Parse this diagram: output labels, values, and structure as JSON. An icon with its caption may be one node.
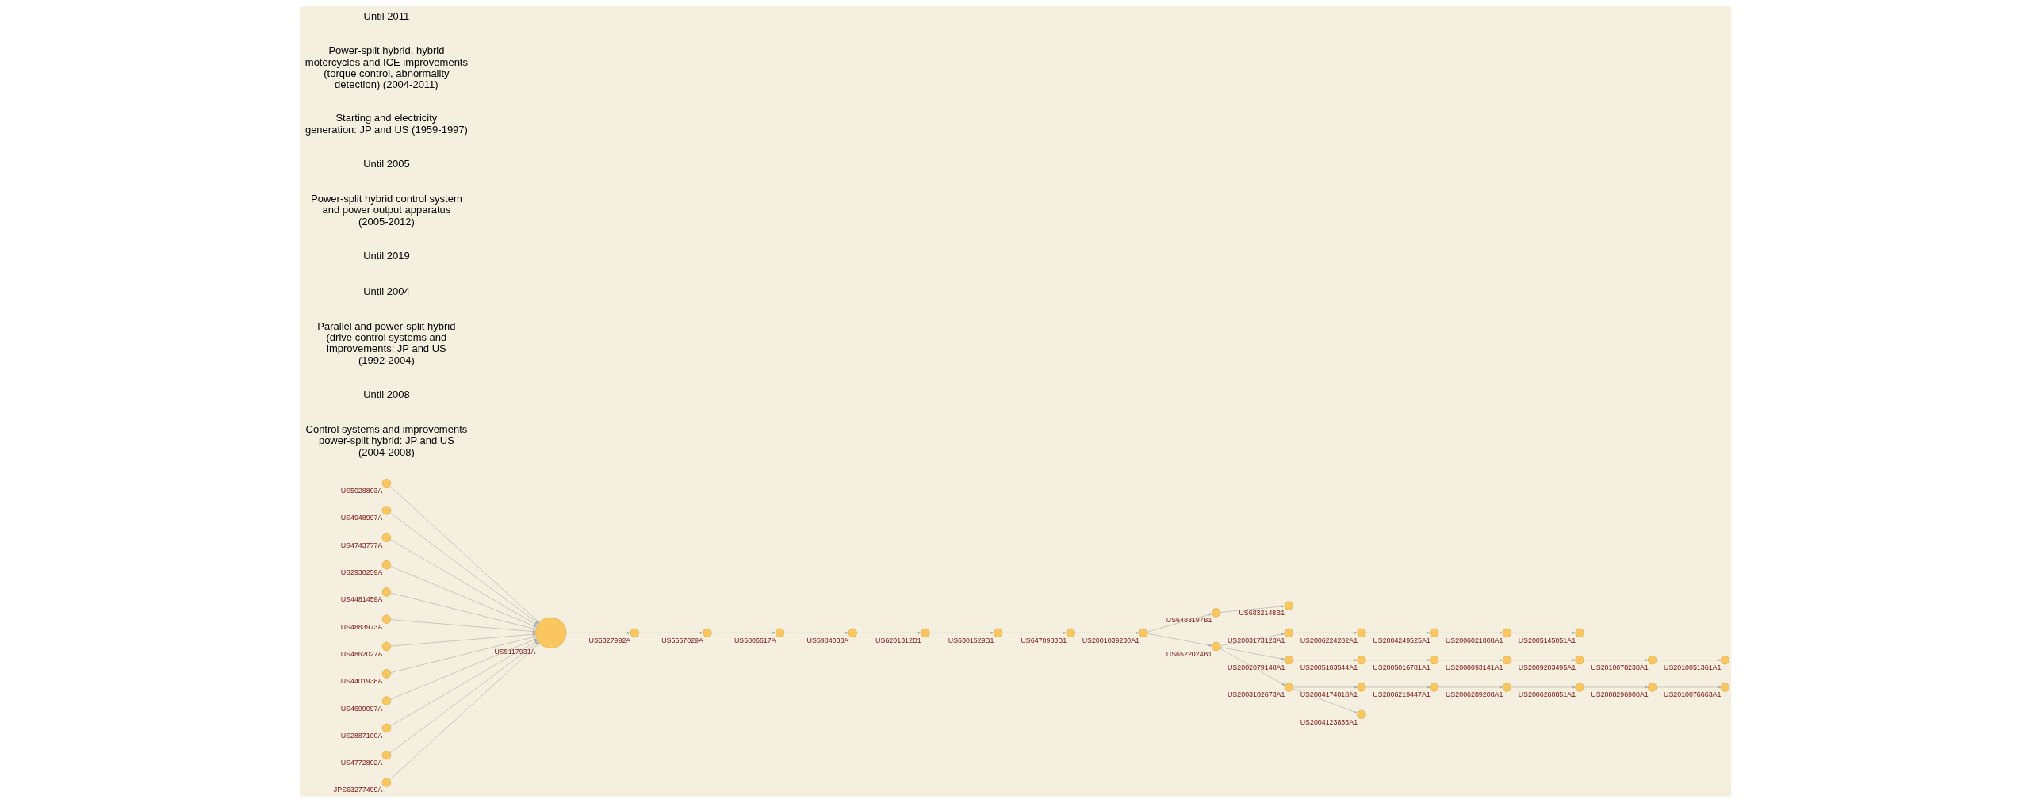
{
  "diagram": {
    "nodes": [
      {
        "text": [],
        "shape": "circle",
        "beside": [
          "US5028803A"
        ]
      },
      {
        "text": [],
        "shape": "circle",
        "beside": [
          "US4948997A"
        ]
      },
      {
        "text": [],
        "shape": "circle",
        "beside": [
          "US4743777A"
        ]
      },
      {
        "text": [],
        "shape": "circle",
        "beside": [
          "US2930259A"
        ]
      },
      {
        "text": [],
        "shape": "circle",
        "beside": [
          "US4481459A"
        ]
      },
      {
        "text": [],
        "shape": "circle",
        "beside": [
          "US4883973A"
        ]
      },
      {
        "text": [],
        "shape": "circle",
        "beside": [
          "US5117931A"
        ]
      },
      {
        "text": [],
        "shape": "circle",
        "beside": [
          "US5327992A"
        ]
      },
      {
        "text": [],
        "shape": "circle",
        "beside": [
          "US4862027A"
        ]
      },
      {
        "text": [],
        "shape": "circle",
        "beside": [
          "US4401938A"
        ]
      },
      {
        "text": [],
        "shape": "circle",
        "beside": [
          "US4699097A"
        ]
      },
      {
        "text": [],
        "shape": "circle",
        "beside": [
          "US2887100A"
        ]
      },
      {
        "text": [],
        "shape": "circle",
        "beside": [
          "US4772802A"
        ]
      },
      {
        "text": [],
        "shape": "circle",
        "beside": [
          "JPS63277499A"
        ]
      },
      {
        "text": [],
        "shape": "circle",
        "beside": [
          "US5806617A"
        ]
      },
      {
        "text": [],
        "shape": "circle",
        "beside": [
          "US5667029A"
        ]
      },
      {
        "text": [],
        "shape": "circle",
        "beside": [
          "US6201312B1"
        ]
      },
      {
        "text": [],
        "shape": "circle",
        "beside": [
          "US5984033A"
        ]
      },
      {
        "text": [],
        "shape": "circle",
        "beside": [
          "US6301529B1"
        ]
      },
      {
        "text": [],
        "shape": "circle",
        "beside": [
          "US6470983B1"
        ]
      },
      {
        "text": [],
        "shape": "circle",
        "beside": [
          "US6832148B1"
        ]
      },
      {
        "text": [],
        "shape": "circle",
        "beside": [
          "US6483197B1"
        ]
      },
      {
        "text": [],
        "shape": "circle",
        "beside": [
          "US2001039230A1"
        ]
      },
      {
        "text": [],
        "shape": "circle",
        "beside": [
          "US6522024B1"
        ]
      },
      {
        "text": [],
        "shape": "circle",
        "beside": [
          "US2003173123A1"
        ]
      },
      {
        "text": [],
        "shape": "circle",
        "beside": [
          "US2006224282A1"
        ]
      },
      {
        "text": [],
        "shape": "circle",
        "beside": [
          "US2004249525A1"
        ]
      },
      {
        "text": [],
        "shape": "circle",
        "beside": [
          "US2006021808A1"
        ]
      },
      {
        "text": [],
        "shape": "circle",
        "beside": [
          "US2005145051A1"
        ]
      },
      {
        "text": [],
        "shape": "circle",
        "beside": [
          "US2002079148A1"
        ]
      },
      {
        "text": [],
        "shape": "circle",
        "beside": [
          "US2005103544A1"
        ]
      },
      {
        "text": [],
        "shape": "circle",
        "beside": [
          "US2005016781A1"
        ]
      },
      {
        "text": [],
        "shape": "circle",
        "beside": [
          "US2008093141A1"
        ]
      },
      {
        "text": [],
        "shape": "circle",
        "beside": [
          "US2009203495A1"
        ]
      },
      {
        "text": [],
        "shape": "circle",
        "beside": [
          "US2010078238A1"
        ]
      },
      {
        "text": [],
        "shape": "circle",
        "beside": [
          "US2010051361A1"
        ]
      },
      {
        "text": [],
        "shape": "circle",
        "beside": [
          "US2003102673A1"
        ]
      },
      {
        "text": [],
        "shape": "circle",
        "beside": [
          "US2004174018A1"
        ]
      },
      {
        "text": [],
        "shape": "circle",
        "beside": [
          "US2006219447A1"
        ]
      },
      {
        "text": [],
        "shape": "circle",
        "beside": [
          "US2004123836A1"
        ]
      },
      {
        "text": [],
        "shape": "circle",
        "beside": [
          "US2006289208A1"
        ]
      },
      {
        "text": [],
        "shape": "circle",
        "beside": [
          "US2006260851A1"
        ]
      },
      {
        "text": [],
        "shape": "circle",
        "beside": [
          "US2008296908A1"
        ]
      },
      {
        "text": [],
        "shape": "circle",
        "beside": [
          "US2010076663A1"
        ]
      }
    ],
    "edges": [
      {
        "from": 0,
        "to": 6,
        "arrow": "to"
      },
      {
        "from": 1,
        "to": 6,
        "arrow": "to"
      },
      {
        "from": 2,
        "to": 6,
        "arrow": "to"
      },
      {
        "from": 3,
        "to": 6,
        "arrow": "to"
      },
      {
        "from": 4,
        "to": 6,
        "arrow": "to"
      },
      {
        "from": 5,
        "to": 6,
        "arrow": "to"
      },
      {
        "from": 8,
        "to": 6,
        "arrow": "to"
      },
      {
        "from": 9,
        "to": 6,
        "arrow": "to"
      },
      {
        "from": 10,
        "to": 6,
        "arrow": "to"
      },
      {
        "from": 11,
        "to": 6,
        "arrow": "to"
      },
      {
        "from": 12,
        "to": 6,
        "arrow": "to"
      },
      {
        "from": 13,
        "to": 6,
        "arrow": "to"
      },
      {
        "from": 6,
        "to": 7,
        "arrow": "to"
      },
      {
        "from": 7,
        "to": 15,
        "arrow": "to"
      },
      {
        "from": 15,
        "to": 14,
        "arrow": "to"
      },
      {
        "from": 14,
        "to": 17,
        "arrow": "to"
      },
      {
        "from": 17,
        "to": 16,
        "arrow": "to"
      },
      {
        "from": 16,
        "to": 18,
        "arrow": "to"
      },
      {
        "from": 18,
        "to": 19,
        "arrow": "to"
      },
      {
        "from": 19,
        "to": 22,
        "arrow": "to"
      },
      {
        "from": 22,
        "to": 21,
        "arrow": "to"
      },
      {
        "from": 21,
        "to": 20,
        "arrow": "to"
      },
      {
        "from": 22,
        "to": 23,
        "arrow": "to"
      },
      {
        "from": 23,
        "to": 24,
        "arrow": "to"
      },
      {
        "from": 24,
        "to": 25,
        "arrow": "to"
      },
      {
        "from": 25,
        "to": 26,
        "arrow": "to"
      },
      {
        "from": 26,
        "to": 27,
        "arrow": "to"
      },
      {
        "from": 27,
        "to": 28,
        "arrow": "to"
      },
      {
        "from": 23,
        "to": 29,
        "arrow": "to"
      },
      {
        "from": 29,
        "to": 30,
        "arrow": "to"
      },
      {
        "from": 30,
        "to": 31,
        "arrow": "to"
      },
      {
        "from": 31,
        "to": 32,
        "arrow": "to"
      },
      {
        "from": 32,
        "to": 33,
        "arrow": "to"
      },
      {
        "from": 33,
        "to": 34,
        "arrow": "to"
      },
      {
        "from": 34,
        "to": 35,
        "arrow": "to"
      },
      {
        "from": 23,
        "to": 36,
        "arrow": "to"
      },
      {
        "from": 36,
        "to": 37,
        "arrow": "to"
      },
      {
        "from": 37,
        "to": 38,
        "arrow": "to"
      },
      {
        "from": 38,
        "to": 40,
        "arrow": "to"
      },
      {
        "from": 40,
        "to": 41,
        "arrow": "to"
      },
      {
        "from": 41,
        "to": 42,
        "arrow": "to"
      },
      {
        "from": 42,
        "to": 43,
        "arrow": "to"
      },
      {
        "from": 36,
        "to": 39,
        "arrow": "to"
      }
    ],
    "labels": [
      "Control systems and improvements power-split hybrid: JP and US (2004-2008)",
      "Until 2008",
      "Parallel and power-split hybrid (drive control systems and improvements: JP and US (1992-2004)",
      "Until 2004",
      "Until 2019",
      "Power-split hybrid control system and power output apparatus (2005-2012)",
      "Until 2005",
      "Starting and electricity generation: JP and US (1959-1997)",
      "Power-split hybrid, hybrid motorcycles and ICE improvements (torque control, abnormality detection) (2004-2011)",
      "Until 2011"
    ]
  }
}
